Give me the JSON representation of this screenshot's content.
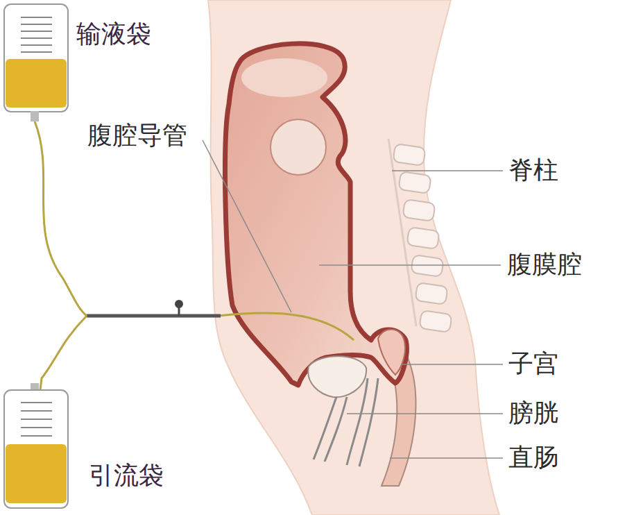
{
  "diagram": {
    "labels": [
      "输液袋",
      "腹腔导管",
      "脊柱",
      "腹膜腔",
      "子宫",
      "膀胱",
      "直肠",
      "引流袋"
    ]
  }
}
